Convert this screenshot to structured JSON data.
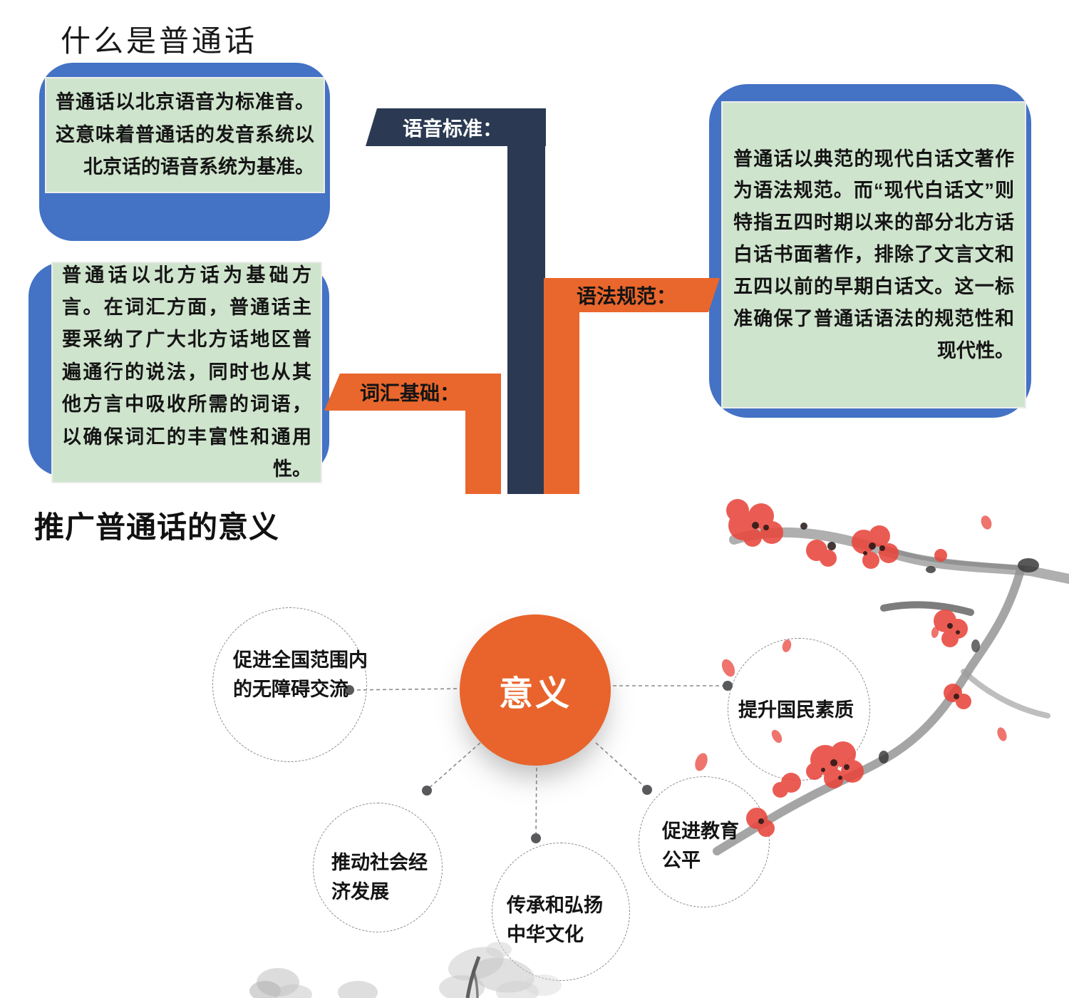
{
  "slide1": {
    "title": "什么是普通话",
    "banners": {
      "pronunciation": "语音标准：",
      "vocabulary": "词汇基础：",
      "grammar": "语法规范："
    },
    "cards": [
      {
        "id": "pronunciation-standard",
        "text": "普通话以北京语音为标准音。这意味着普通话的发音系统以北京话的语音系统为基准。"
      },
      {
        "id": "vocabulary-basis",
        "text": "普通话以北方话为基础方言。在词汇方面，普通话主要采纳了广大北方话地区普遍通行的说法，同时也从其他方言中吸收所需的词语，以确保词汇的丰富性和通用性。"
      },
      {
        "id": "grammar-norm",
        "text": "普通话以典范的现代白话文著作为语法规范。而“现代白话文”则特指五四时期以来的部分北方话白话书面著作，排除了文言文和五四以前的早期白话文。这一标准确保了普通话语法的规范性和现代性。"
      }
    ]
  },
  "slide2": {
    "title": "推广普通话的意义",
    "center_label": "意义",
    "nodes": [
      {
        "label": "促进全国范围内的无障碍交流"
      },
      {
        "label": "提升国民素质"
      },
      {
        "label": "促进教育公平"
      },
      {
        "label": "传承和弘扬中华文化"
      },
      {
        "label": "推动社会经济发展"
      }
    ]
  },
  "colors": {
    "box_blue": "#4472c4",
    "box_green": "#cfe4cd",
    "navy": "#2b3a52",
    "orange": "#e9662c",
    "blossom_red": "#e8463c"
  }
}
